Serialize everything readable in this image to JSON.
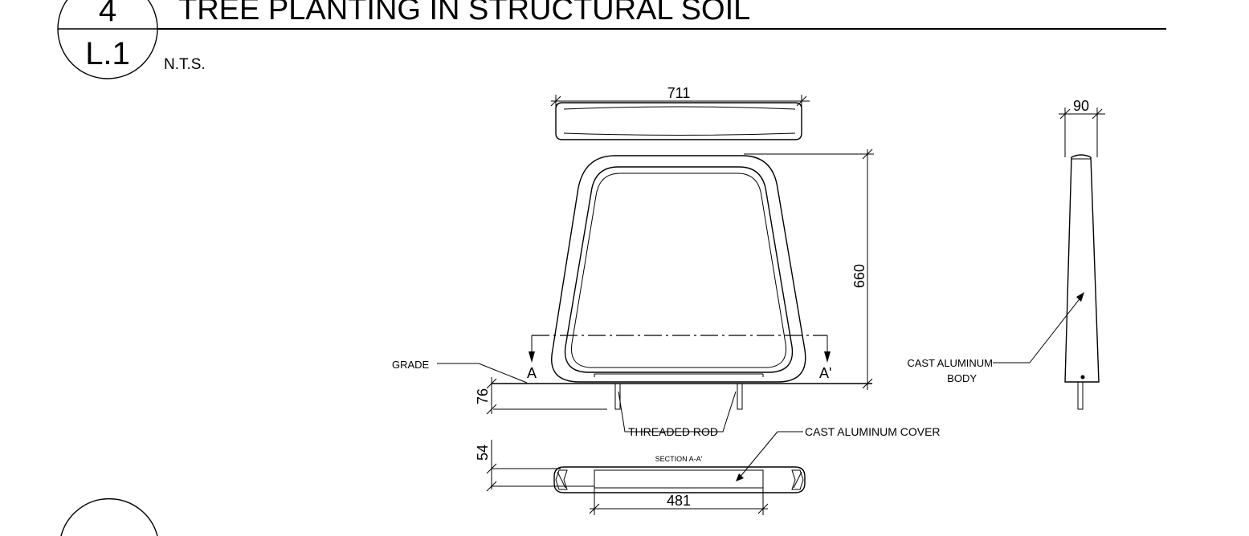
{
  "title_block": {
    "detail_number": "4",
    "sheet_number": "L.1",
    "title": "TREE PLANTING IN STRUCTURAL SOIL",
    "scale": "N.T.S."
  },
  "dimensions": {
    "top_width": "711",
    "side_width": "90",
    "height": "660",
    "rod_embed": "76",
    "section_thickness": "54",
    "section_width": "481"
  },
  "labels": {
    "grade": "GRADE",
    "section_mark_left": "A",
    "section_mark_right": "A'",
    "threaded_rod": "THREADED ROD",
    "cast_cover": "CAST ALUMINUM COVER",
    "cast_body_line1": "CAST ALUMINUM",
    "cast_body_line2": "BODY",
    "section_title": "SECTION A-A'"
  }
}
